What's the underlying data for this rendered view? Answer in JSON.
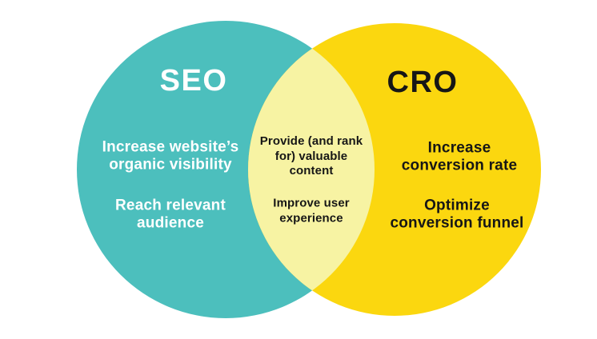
{
  "venn": {
    "background": "#FFFFFF",
    "left": {
      "title": "SEO",
      "color": "#4CBFBD",
      "text_color": "#FFFFFF",
      "items": [
        "Increase website’s\norganic visibility",
        "Reach relevant\naudience"
      ]
    },
    "right": {
      "title": "CRO",
      "color": "#FBD70F",
      "text_color": "#161616",
      "items": [
        "Increase\nconversion rate",
        "Optimize\nconversion funnel"
      ]
    },
    "overlap": {
      "color": "#F7F3A3",
      "text_color": "#161616",
      "items": [
        "Provide (and rank\nfor) valuable\ncontent",
        "Improve user\nexperience"
      ]
    }
  }
}
